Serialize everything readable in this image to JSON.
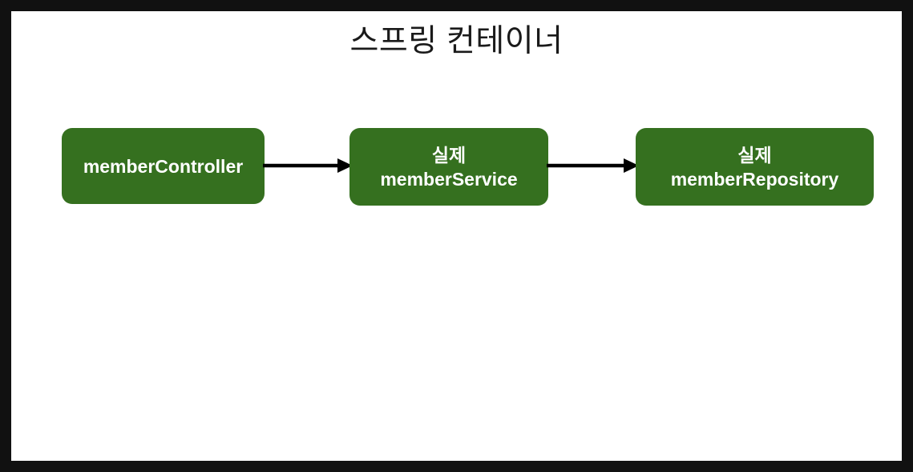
{
  "diagram": {
    "title": "스프링 컨테이너",
    "frame_color": "#111111",
    "canvas_color": "#ffffff",
    "node_color": "#35701f",
    "node_text_color": "#ffffff",
    "arrow_color": "#000000",
    "nodes": [
      {
        "id": "memberController",
        "lines": [
          "memberController"
        ],
        "line1": "memberController",
        "line2": ""
      },
      {
        "id": "memberService",
        "lines": [
          "실제",
          "memberService"
        ],
        "line1": "실제",
        "line2": "memberService"
      },
      {
        "id": "memberRepository",
        "lines": [
          "실제",
          "memberRepository"
        ],
        "line1": "실제",
        "line2": "memberRepository"
      }
    ],
    "edges": [
      {
        "id": "edge-controller-service",
        "from": "memberController",
        "to": "memberService",
        "style": "solid-arrow"
      },
      {
        "id": "edge-service-repository",
        "from": "memberService",
        "to": "memberRepository",
        "style": "solid-arrow"
      }
    ]
  }
}
